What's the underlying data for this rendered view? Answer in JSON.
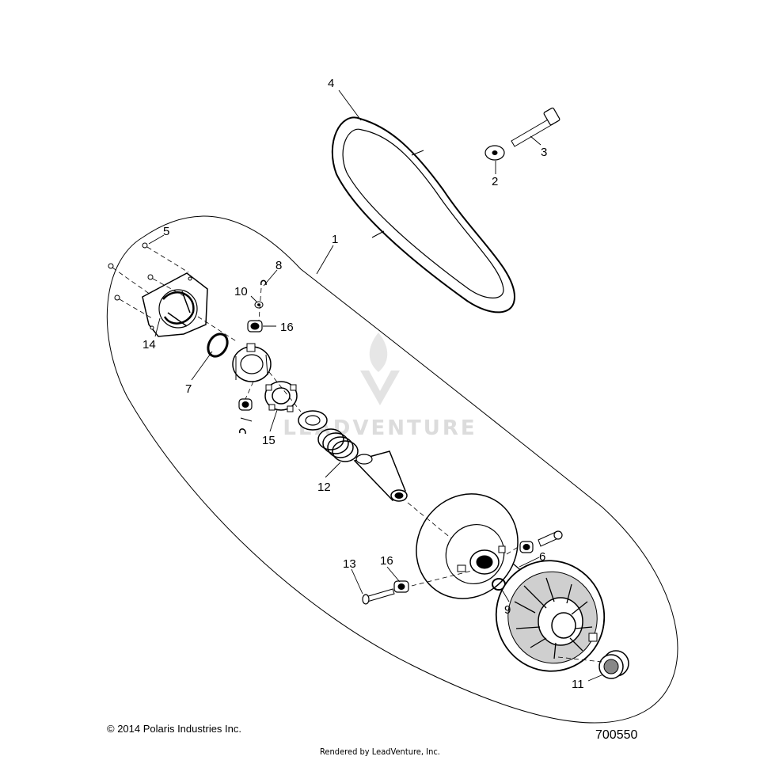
{
  "watermark": {
    "text": "LEADVENTURE"
  },
  "callouts": [
    {
      "id": "c1",
      "text": "1"
    },
    {
      "id": "c2",
      "text": "2"
    },
    {
      "id": "c3",
      "text": "3"
    },
    {
      "id": "c4",
      "text": "4"
    },
    {
      "id": "c5",
      "text": "5"
    },
    {
      "id": "c6",
      "text": "6"
    },
    {
      "id": "c7",
      "text": "7"
    },
    {
      "id": "c8",
      "text": "8"
    },
    {
      "id": "c9",
      "text": "9"
    },
    {
      "id": "c10",
      "text": "10"
    },
    {
      "id": "c11",
      "text": "11"
    },
    {
      "id": "c12",
      "text": "12"
    },
    {
      "id": "c13",
      "text": "13"
    },
    {
      "id": "c14",
      "text": "14"
    },
    {
      "id": "c15",
      "text": "15"
    },
    {
      "id": "c16a",
      "text": "16"
    },
    {
      "id": "c16b",
      "text": "16"
    }
  ],
  "footer": {
    "copyright": "© 2014 Polaris Industries Inc.",
    "part_number": "700550",
    "rendered_by": "Rendered by LeadVenture, Inc."
  }
}
